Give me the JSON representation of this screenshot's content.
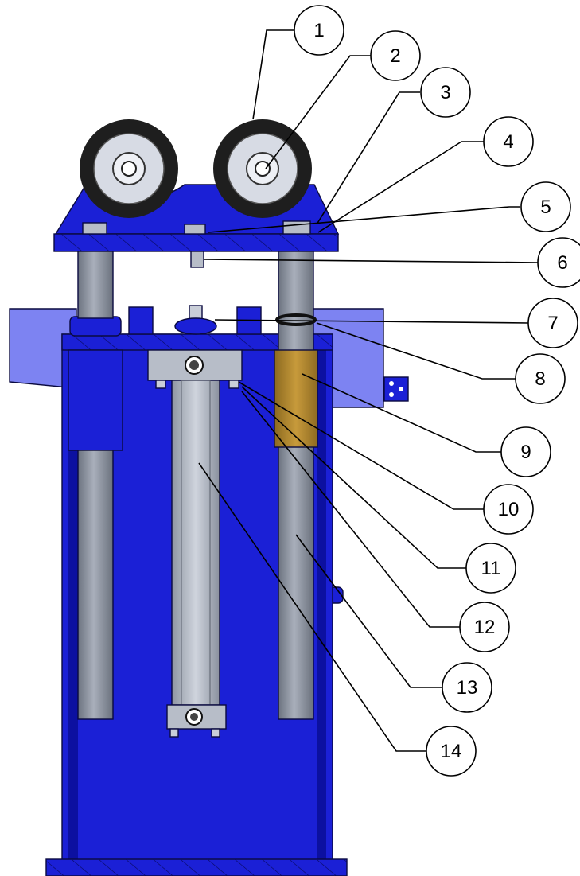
{
  "colors": {
    "frame_blue": "#1b20d6",
    "frame_blue_dark": "#0c10a0",
    "frame_blue_light": "#7d83f2",
    "tube_gray": "#8d95a3",
    "tube_gray_light": "#b7bdc8",
    "bushing_bronze": "#b68a2e",
    "wheel_dark": "#1e1e1e",
    "hub_light": "#d7dbe4"
  },
  "callouts": [
    {
      "id": "1",
      "label": "1"
    },
    {
      "id": "2",
      "label": "2"
    },
    {
      "id": "3",
      "label": "3"
    },
    {
      "id": "4",
      "label": "4"
    },
    {
      "id": "5",
      "label": "5"
    },
    {
      "id": "6",
      "label": "6"
    },
    {
      "id": "7",
      "label": "7"
    },
    {
      "id": "8",
      "label": "8"
    },
    {
      "id": "9",
      "label": "9"
    },
    {
      "id": "10",
      "label": "10"
    },
    {
      "id": "11",
      "label": "11"
    },
    {
      "id": "12",
      "label": "12"
    },
    {
      "id": "13",
      "label": "13"
    },
    {
      "id": "14",
      "label": "14"
    }
  ]
}
